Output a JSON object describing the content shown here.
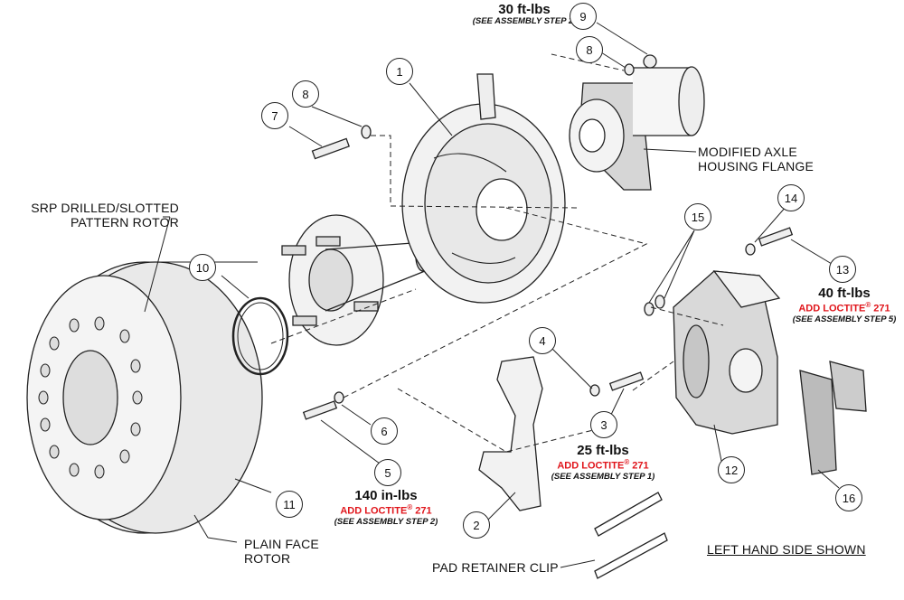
{
  "labels": {
    "rotor_top": [
      "SRP DRILLED/SLOTTED",
      "PATTERN ROTOR"
    ],
    "rotor_bottom": [
      "PLAIN FACE",
      "ROTOR"
    ],
    "axle": [
      "MODIFIED AXLE",
      "HOUSING FLANGE"
    ],
    "clip": "PAD RETAINER CLIP",
    "side": "LEFT HAND SIDE SHOWN"
  },
  "torque_specs": [
    {
      "id": "t9",
      "value": "30 ft-lbs",
      "loctite": "",
      "note": "(SEE ASSEMBLY STEP 2)"
    },
    {
      "id": "t13",
      "value": "40 ft-lbs",
      "loctite": "ADD LOCTITE",
      "loctite_num": "271",
      "note": "(SEE ASSEMBLY STEP 5)"
    },
    {
      "id": "t3",
      "value": "25 ft-lbs",
      "loctite": "ADD LOCTITE",
      "loctite_num": "271",
      "note": "(SEE ASSEMBLY STEP 1)"
    },
    {
      "id": "t5",
      "value": "140 in-lbs",
      "loctite": "ADD LOCTITE",
      "loctite_num": "271",
      "note": "(SEE ASSEMBLY STEP 2)"
    }
  ],
  "registered_mark": "®",
  "callouts": [
    "1",
    "2",
    "3",
    "4",
    "5",
    "6",
    "7",
    "8",
    "8",
    "9",
    "10",
    "11",
    "12",
    "13",
    "14",
    "15",
    "16"
  ],
  "colors": {
    "line": "#222222",
    "accent": "#e0151b",
    "part_fill": "#f2f2f2",
    "part_shade": "#bdbdbd"
  }
}
